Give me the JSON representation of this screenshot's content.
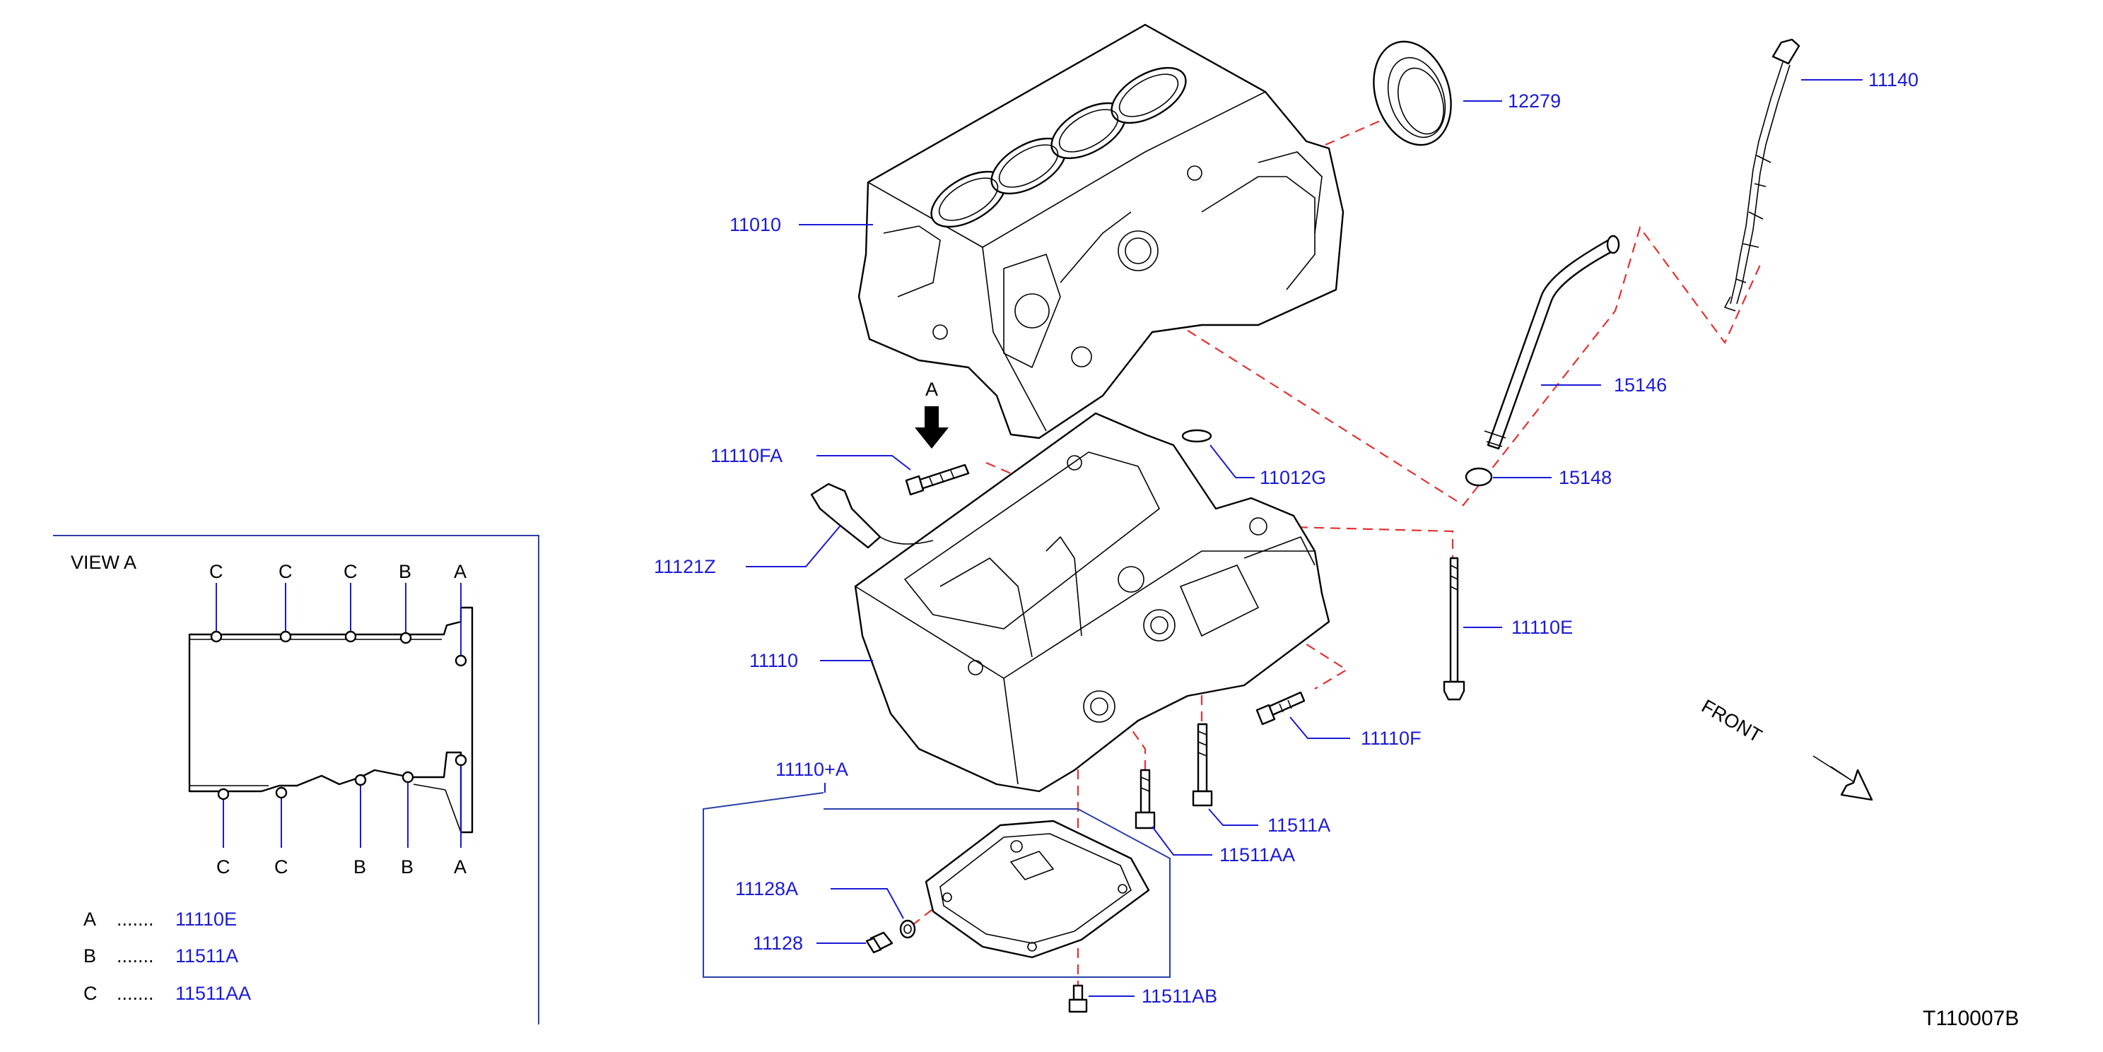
{
  "parts": {
    "p12279": "12279",
    "p11140": "11140",
    "p11010": "11010",
    "p15146": "15146",
    "p15148": "15148",
    "p11110FA": "11110FA",
    "p11012G": "11012G",
    "p11121Z": "11121Z",
    "p11110E": "11110E",
    "p11110": "11110",
    "p11110F": "11110F",
    "p11110plusA": "11110+A",
    "p11511A": "11511A",
    "p11511AA": "11511AA",
    "p11128A": "11128A",
    "p11128": "11128",
    "p11511AB": "11511AB"
  },
  "view_arrow_letter": "A",
  "front_label": "FRONT",
  "diagram_id": "T110007B",
  "view_a": {
    "title": "VIEW   A",
    "top_letters": [
      "C",
      "C",
      "C",
      "B",
      "A"
    ],
    "bottom_letters": [
      "C",
      "C",
      "B",
      "B",
      "A"
    ],
    "legend": [
      {
        "key": "A",
        "dots": ".......",
        "part": "11110E"
      },
      {
        "key": "B",
        "dots": ".......",
        "part": "11511A"
      },
      {
        "key": "C",
        "dots": ".......",
        "part": "11511AA"
      }
    ]
  },
  "colors": {
    "label": "#1a1ad6",
    "dash": "#e53030",
    "frame": "#2a3fa8"
  }
}
